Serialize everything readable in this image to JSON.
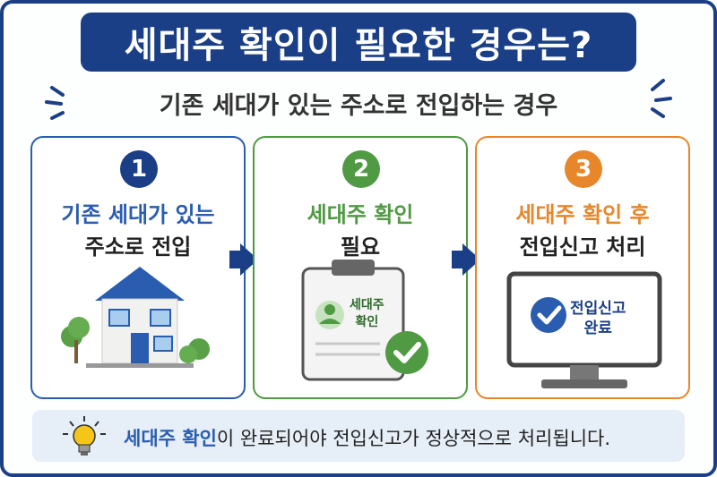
{
  "title": "세대주 확인이 필요한 경우는?",
  "subtitle": "기존 세대가 있는 주소로 전입하는 경우",
  "steps": [
    {
      "number": "1",
      "line1": "기존 세대가 있는",
      "line2": "주소로 전입",
      "color": "#2a5db0",
      "illustration": "house"
    },
    {
      "number": "2",
      "line1": "세대주 확인",
      "line2": "필요",
      "color": "#4f9a43",
      "illustration": "clipboard",
      "clipboard_text_1": "세대주",
      "clipboard_text_2": "확인"
    },
    {
      "number": "3",
      "line1": "세대주 확인 후",
      "line2": "전입신고 처리",
      "color": "#e8862a",
      "illustration": "monitor",
      "monitor_text_1": "전입신고",
      "monitor_text_2": "완료"
    }
  ],
  "note": {
    "highlight": "세대주 확인",
    "rest": "이 완료되어야 전입신고가 정상적으로 처리됩니다."
  },
  "colors": {
    "navy": "#1b3f86",
    "blue": "#2a5db0",
    "green": "#4f9a43",
    "orange": "#e8862a"
  },
  "icons": [
    "house-icon",
    "clipboard-icon",
    "check-icon",
    "monitor-icon",
    "lightbulb-icon",
    "arrow-right-icon"
  ]
}
